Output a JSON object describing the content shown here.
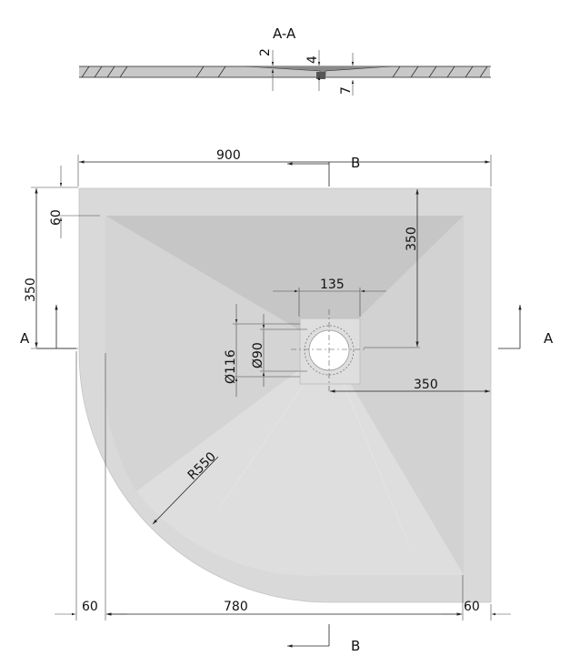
{
  "section": {
    "title": "A-A",
    "dims": {
      "d1": "2",
      "d2": "4",
      "d3": "7"
    }
  },
  "labels": {
    "cut_a_left": "A",
    "cut_a_right": "A",
    "cut_b_top": "B",
    "cut_b_bottom": "B"
  },
  "dimensions": {
    "overall_width": "900",
    "left_height": "350",
    "top_offset": "60",
    "drain_height": "350",
    "drain_width": "135",
    "outer_diameter": "Ø116",
    "inner_diameter": "Ø90",
    "drain_to_right": "350",
    "radius": "R550",
    "bottom_left": "60",
    "bottom_mid": "780",
    "bottom_right": "60"
  },
  "colors": {
    "tray_fill": "#d6d6d6",
    "tray_mid": "#cdcdcd",
    "tray_dark": "#bdbdbd",
    "drain": "#e0e0e0",
    "hole": "#ffffff"
  }
}
